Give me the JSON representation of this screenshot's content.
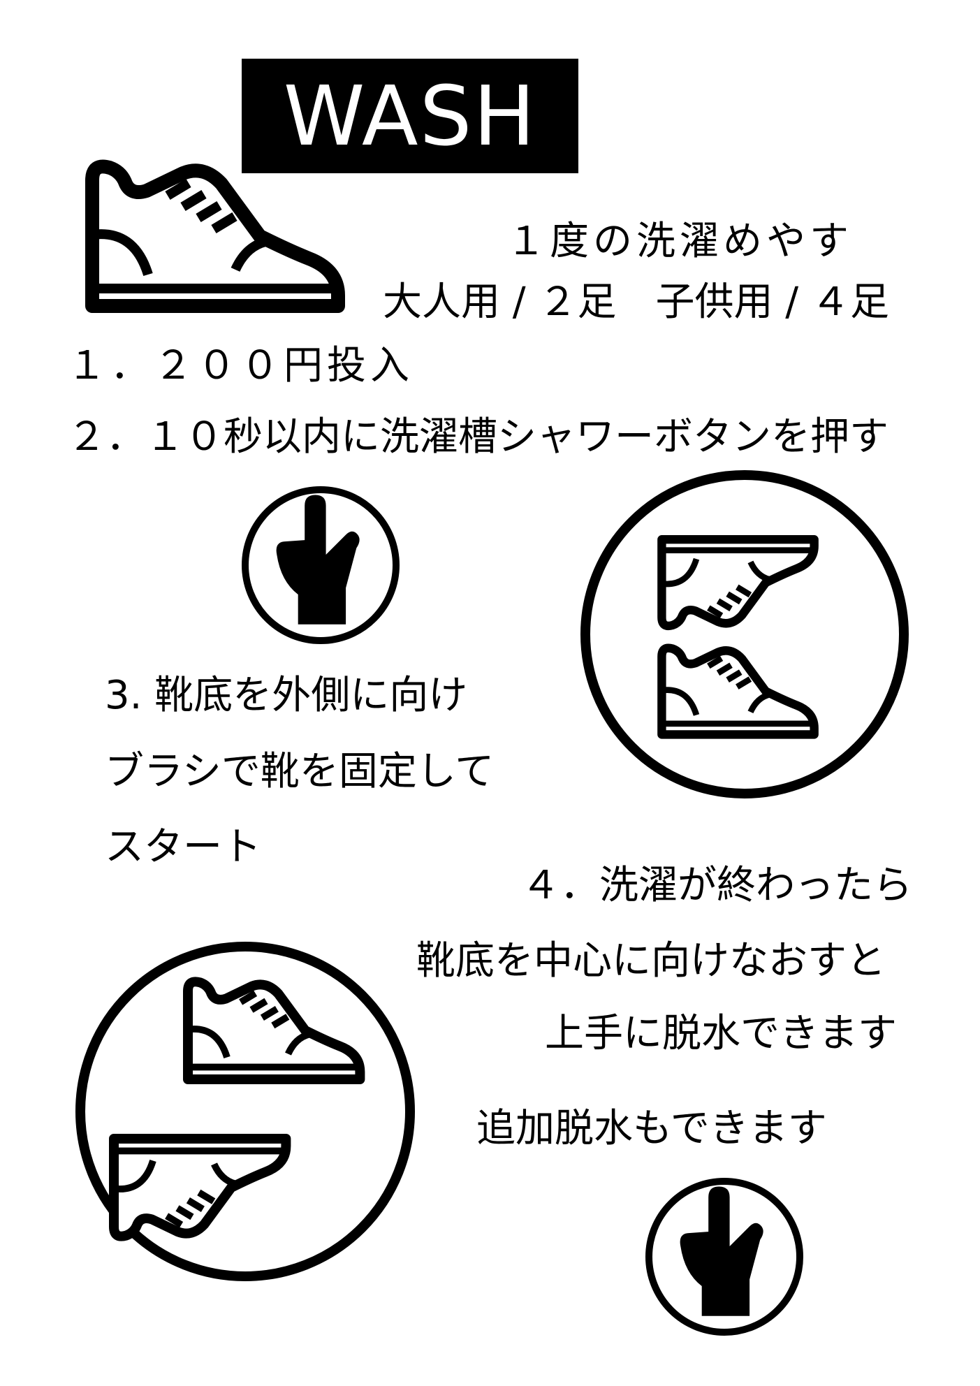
{
  "title": "WASH",
  "capacity": {
    "heading": "１度の洗濯めやす",
    "detail": "大人用 / ２足　子供用 / ４足"
  },
  "steps": {
    "step1": "１．２００円投入",
    "step2": "２．１０秒以内に洗濯槽シャワーボタンを押す",
    "step3": [
      "3. 靴底を外側に向け",
      "ブラシで靴を固定して",
      "スタート"
    ],
    "step4": [
      "４．洗濯が終わったら",
      "靴底を中心に向けなおすと",
      "上手に脱水できます"
    ],
    "extra": "追加脱水もできます"
  },
  "icons": {
    "shoe": "sneaker-icon",
    "press": "finger-press-icon",
    "outward": "shoes-outward-icon",
    "inward": "shoes-inward-icon"
  },
  "colors": {
    "ink": "#000000",
    "paper": "#ffffff"
  }
}
